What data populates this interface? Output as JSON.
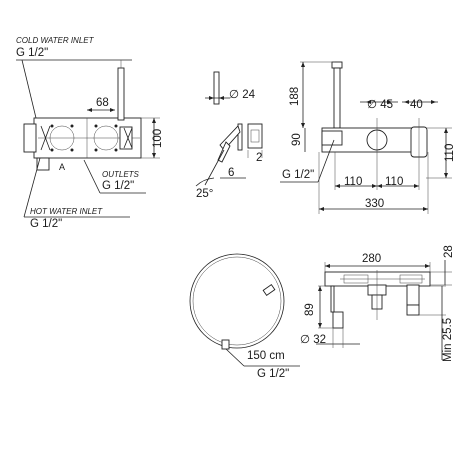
{
  "views": {
    "front_box": {
      "cold_inlet_label": "COLD WATER INLET",
      "cold_inlet_size": "G 1/2\"",
      "dim_width": "68",
      "dim_height": "100",
      "marker_a": "A",
      "outlets_label": "OUTLETS",
      "outlets_size": "G 1/2\"",
      "hot_inlet_label": "HOT WATER INLET",
      "hot_inlet_size": "G 1/2\""
    },
    "side_view": {
      "dim_diameter": "∅ 24",
      "dim_depth": "6",
      "dim_offset": "2",
      "dim_angle": "25°"
    },
    "top_right_view": {
      "dim_height_188": "188",
      "dim_diameter_45": "∅ 45",
      "dim_spacing_40": "40",
      "dim_90": "90",
      "dim_110_right": "110",
      "connection_size": "G 1/2\"",
      "dim_110_a": "110",
      "dim_110_b": "110",
      "dim_total": "330"
    },
    "hose": {
      "length": "150 cm",
      "size": "G 1/2\""
    },
    "bottom_right_view": {
      "dim_width": "280",
      "dim_28": "28",
      "dim_89": "89",
      "dim_diameter": "∅ 32",
      "dim_min": "Min 25.5"
    }
  }
}
